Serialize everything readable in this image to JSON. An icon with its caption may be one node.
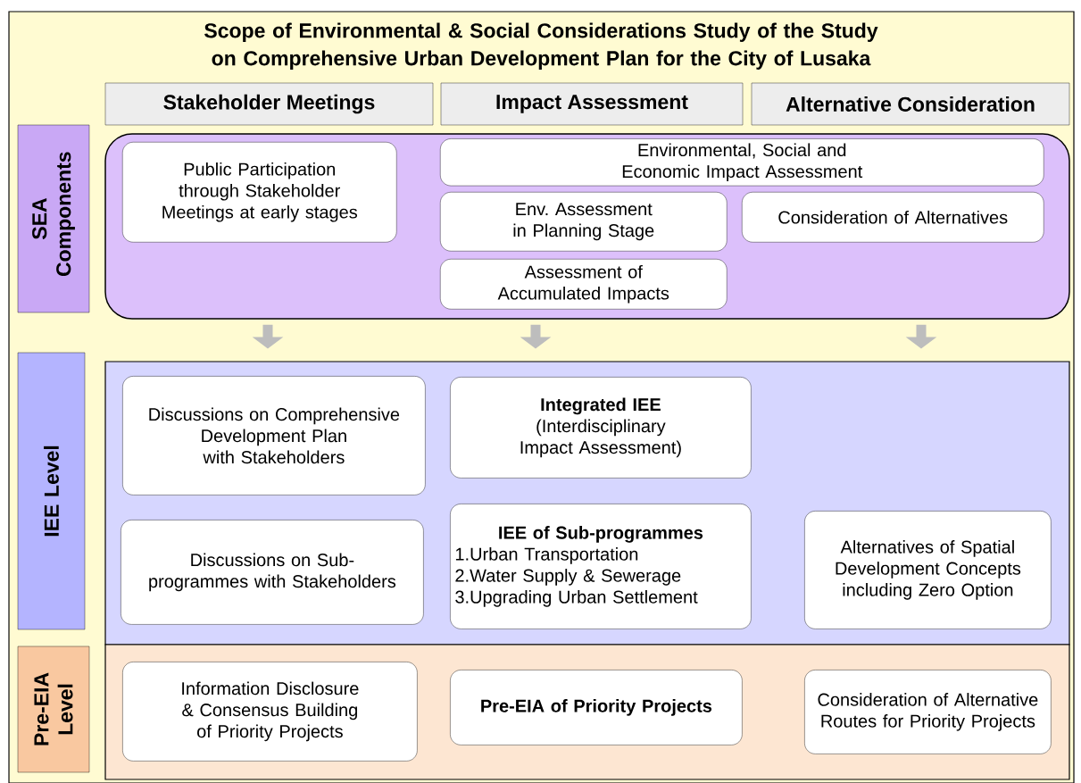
{
  "diagram": {
    "title": "Scope of Environmental & Social Considerations Study of the Study on Comprehensive Urban Development Plan for the City of Lusaka",
    "nodes": [
      {
        "text": [
          "Stakeholder Meetings"
        ]
      },
      {
        "text": [
          "Impact Assessment"
        ]
      },
      {
        "text": [
          "Alternative Consideration"
        ]
      },
      {
        "text": [
          "SEA Components"
        ]
      },
      {
        "text": [],
        "shape": "box"
      },
      {
        "text": [
          "Public Participation through Stakeholder Meetings at early stages"
        ],
        "in": 4
      },
      {
        "text": [
          "Environmental, Social and Economic Impact Assessment"
        ],
        "in": 4
      },
      {
        "text": [
          "Env. Assessment in Planning Stage"
        ],
        "in": 4
      },
      {
        "text": [
          "Consideration of Alternatives"
        ],
        "in": 4
      },
      {
        "text": [
          "Assessment of Accumulated Impacts"
        ],
        "in": 4
      },
      {
        "text": [
          "IEE Level"
        ]
      },
      {
        "text": [],
        "shape": "box"
      },
      {
        "text": [
          "Discussions on Comprehensive Development Plan with Stakeholders"
        ],
        "in": 11
      },
      {
        "text": [
          "Integrated IEE",
          "(Interdisciplinary Impact Assessment)"
        ],
        "in": 11
      },
      {
        "text": [
          "Discussions on Sub-programmes with Stakeholders"
        ],
        "in": 11
      },
      {
        "text": [
          "IEE of Sub-programmes",
          "1.Urban Transportation",
          "2.Water Supply & Sewerage",
          "3.Upgrading Urban Settlement"
        ],
        "in": 11
      },
      {
        "text": [
          "Alternatives of Spatial Development Concepts including Zero Option"
        ],
        "in": 11
      },
      {
        "text": [
          "Pre-EIA Level"
        ]
      },
      {
        "text": [],
        "shape": "box"
      },
      {
        "text": [
          "Information Disclosure & Consensus Building of Priority Projects"
        ],
        "in": 18
      },
      {
        "text": [
          "Pre-EIA of Priority Projects"
        ],
        "in": 18
      },
      {
        "text": [
          "Consideration of Alternative Routes for Priority Projects"
        ],
        "in": 18
      }
    ],
    "edges": [
      {
        "from": 4,
        "to": 11,
        "arrow": "to"
      },
      {
        "from": 4,
        "to": 11,
        "arrow": "to"
      },
      {
        "from": 4,
        "to": 11,
        "arrow": "to"
      }
    ]
  }
}
